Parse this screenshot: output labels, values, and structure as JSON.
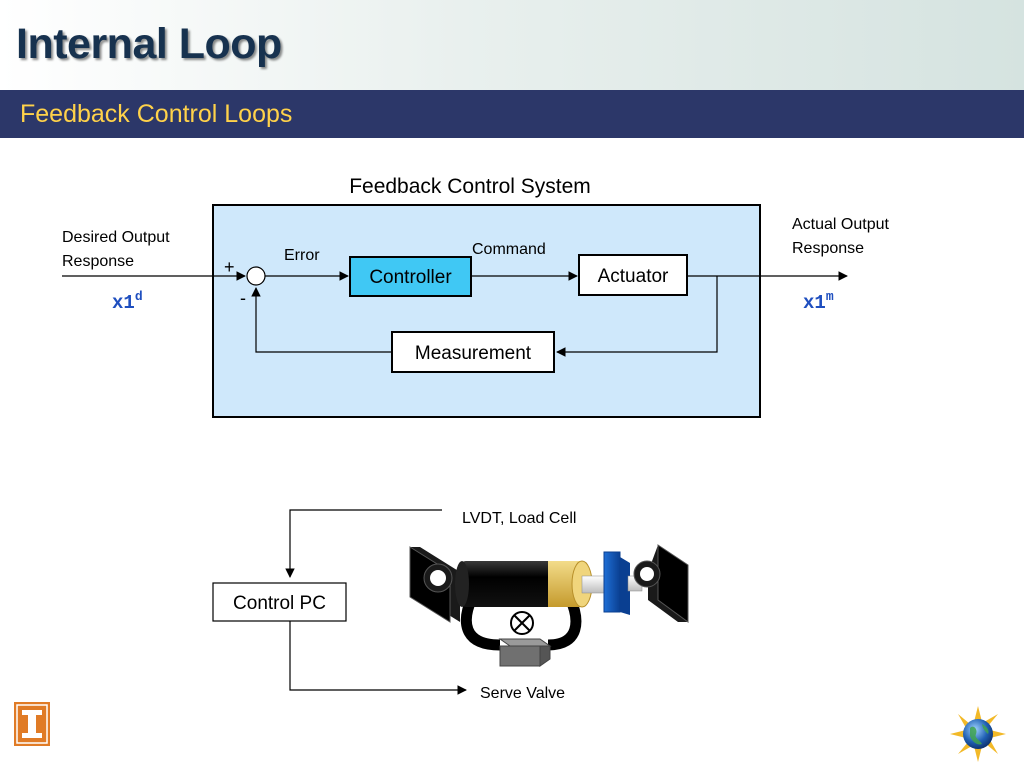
{
  "slide": {
    "title": "Internal Loop",
    "subtitle": "Feedback Control Loops"
  },
  "top_diagram": {
    "title": "Feedback Control System",
    "input_label_line1": "Desired Output",
    "input_label_line2": "Response",
    "input_var": "x1",
    "input_sup": "d",
    "output_label_line1": "Actual Output",
    "output_label_line2": "Response",
    "output_var": "x1",
    "output_sup": "m",
    "plus": "+",
    "minus": "-",
    "error": "Error",
    "command": "Command",
    "controller": "Controller",
    "actuator": "Actuator",
    "measurement": "Measurement"
  },
  "bottom_diagram": {
    "control_pc": "Control PC",
    "sensor_label": "LVDT, Load Cell",
    "valve_label": "Serve Valve"
  },
  "colors": {
    "title": "#17324f",
    "subtitle_bar": "#2c3769",
    "subtitle_text": "#ffd24a",
    "system_box": "#cfe8fb",
    "controller_fill": "#40c8f4",
    "variable_text": "#1f4fbf",
    "logo_orange": "#e07b26"
  }
}
